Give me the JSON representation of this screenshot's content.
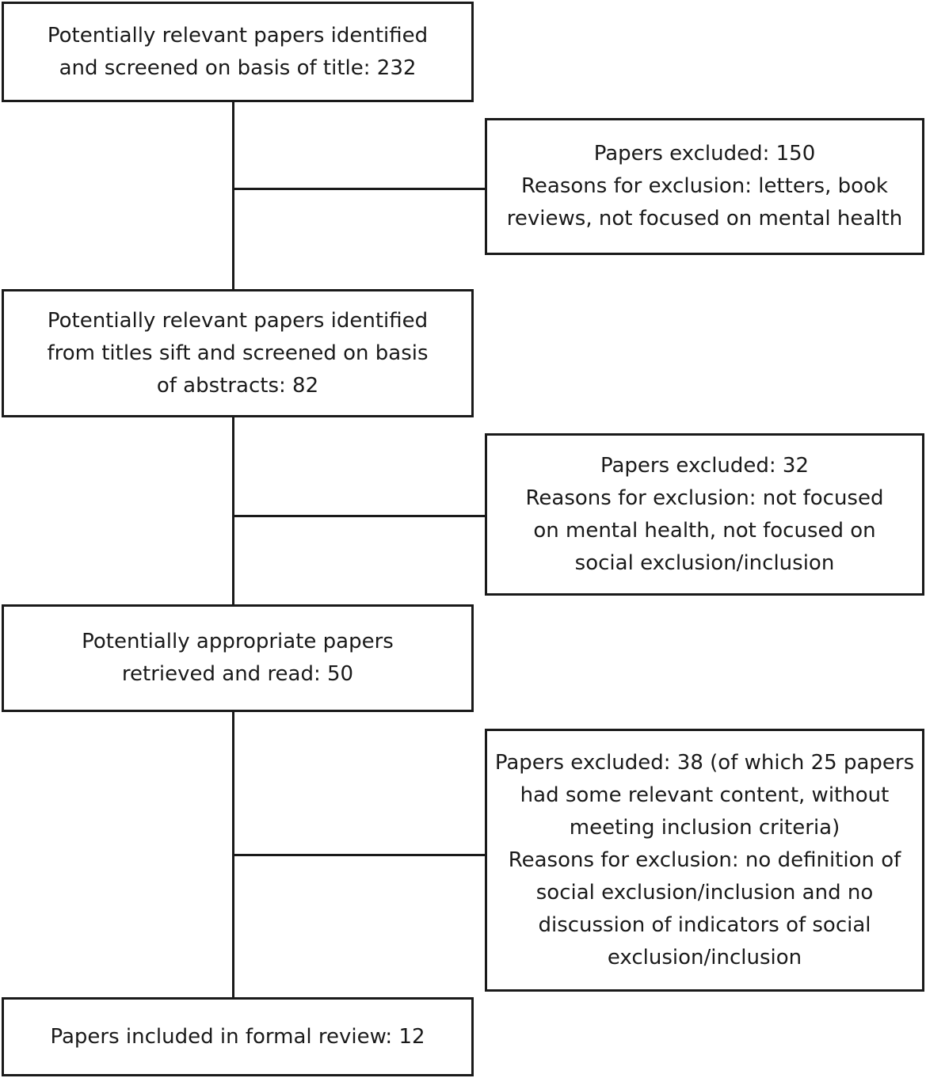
{
  "flow": {
    "stage1": {
      "lines": [
        "Potentially relevant papers identified",
        "and screened on basis of title: 232"
      ]
    },
    "exclusion1": {
      "lines": [
        "Papers excluded: 150",
        "Reasons for exclusion: letters, book",
        "reviews, not focused on mental health"
      ]
    },
    "stage2": {
      "lines": [
        "Potentially relevant papers identified",
        "from titles sift and screened on basis",
        "of abstracts: 82"
      ]
    },
    "exclusion2": {
      "lines": [
        "Papers excluded: 32",
        "Reasons for exclusion: not focused",
        "on mental health, not focused on",
        "social exclusion/inclusion"
      ]
    },
    "stage3": {
      "lines": [
        "Potentially appropriate papers",
        "retrieved and read: 50"
      ]
    },
    "exclusion3": {
      "lines": [
        "Papers excluded: 38 (of which 25 papers",
        "had some relevant content, without",
        "meeting inclusion criteria)",
        "Reasons for exclusion: no definition of",
        "social exclusion/inclusion and no",
        "discussion of indicators of social",
        "exclusion/inclusion"
      ]
    },
    "stage4": {
      "lines": [
        "Papers included in formal review: 12"
      ]
    }
  }
}
